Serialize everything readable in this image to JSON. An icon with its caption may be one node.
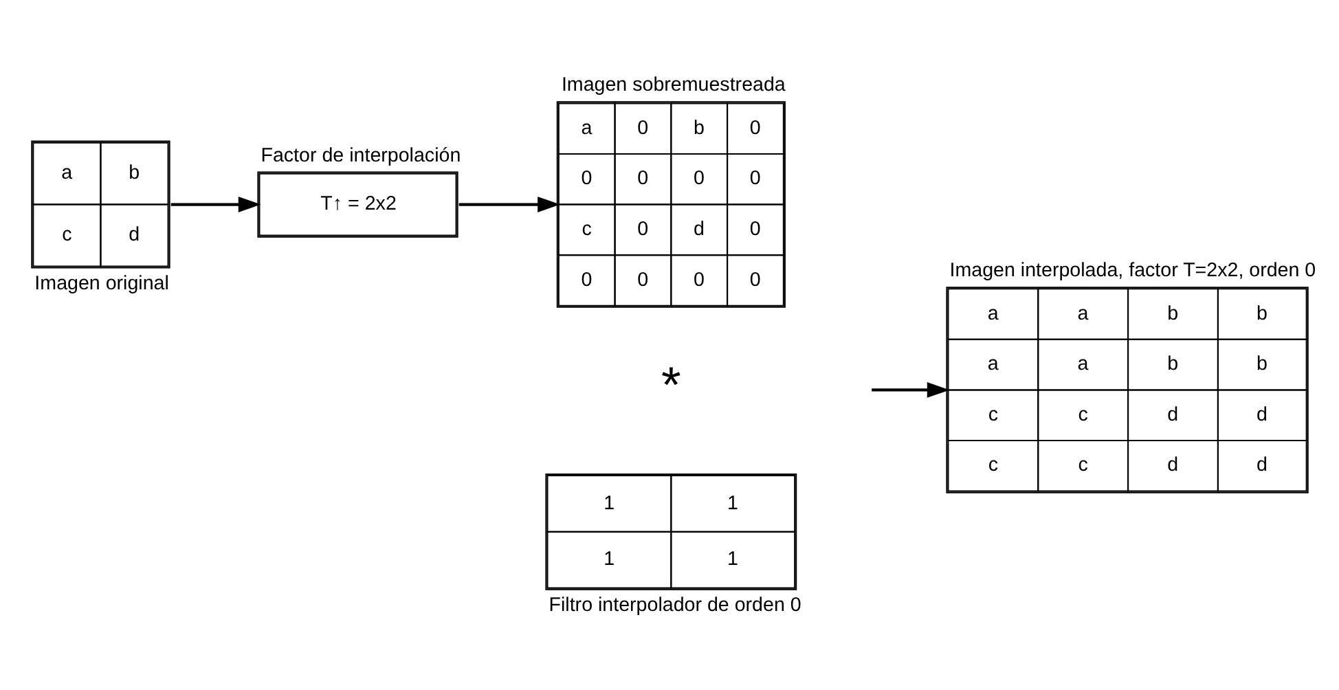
{
  "diagram": {
    "nodes": [
      {
        "text": [
          "Factor de interpolación",
          "T↑ = 2x2"
        ]
      },
      {
        "text": [
          "Imagen original",
          "a",
          "b",
          "c",
          "d"
        ]
      },
      {
        "text": [
          "Imagen sobremuestreada",
          "a",
          "0",
          "b",
          "0",
          "0",
          "0",
          "0",
          "0",
          "c",
          "0",
          "d",
          "0",
          "0",
          "0",
          "0",
          "0"
        ]
      },
      {
        "text": [
          "Filtro interpolador de orden 0",
          "1",
          "1",
          "1",
          "1"
        ]
      },
      {
        "text": [
          "Imagen interpolada, factor T=2x2, orden 0",
          "a",
          "a",
          "b",
          "b",
          "a",
          "a",
          "b",
          "b",
          "c",
          "c",
          "d",
          "d",
          "c",
          "c",
          "d",
          "d"
        ]
      }
    ],
    "edges": [
      {
        "from": 1,
        "to": 0,
        "arrow": "to"
      },
      {
        "from": 0,
        "to": 2,
        "arrow": "to"
      },
      {
        "from": null,
        "to": 4,
        "arrow": "to"
      }
    ],
    "labels": [
      "*"
    ]
  }
}
